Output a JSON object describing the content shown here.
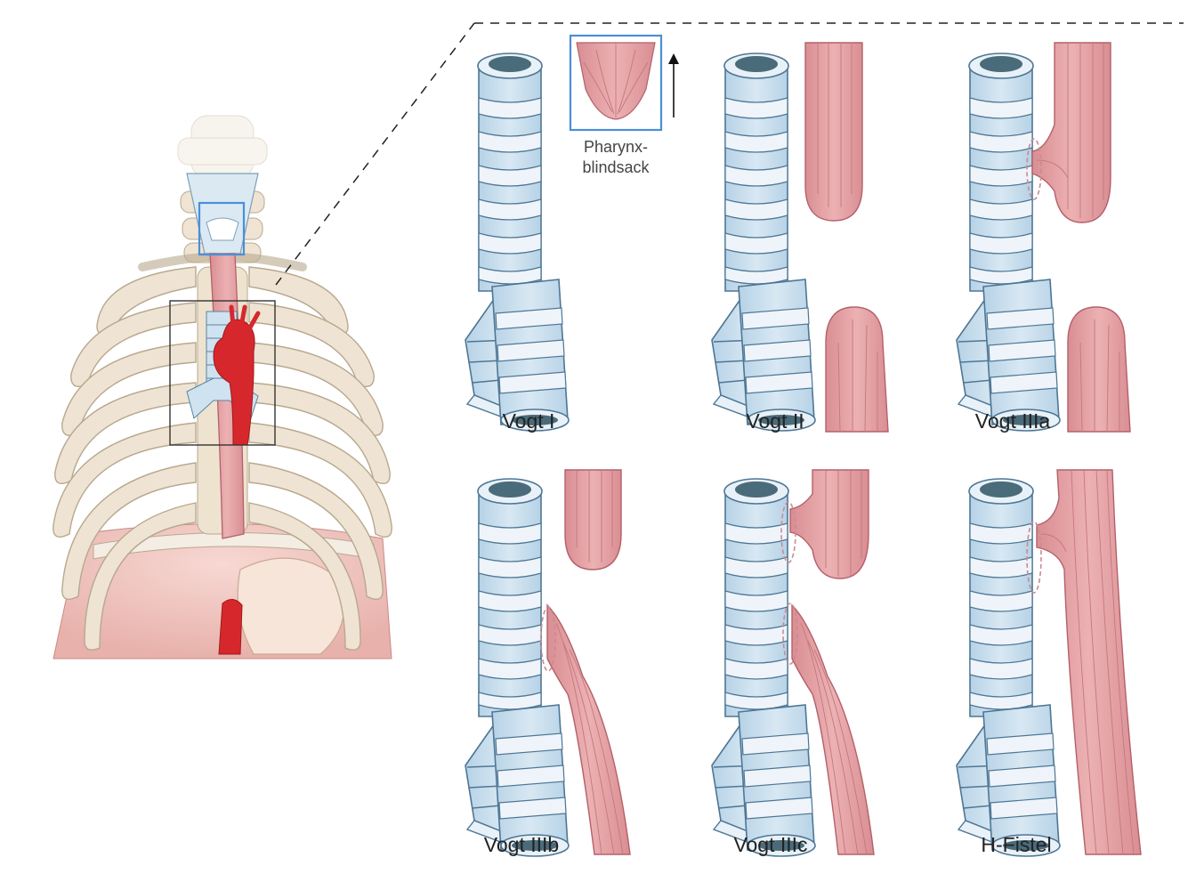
{
  "pharynx_label": {
    "line1": "Pharynx-",
    "line2": "blindsack"
  },
  "panels": [
    {
      "id": "vogt-1",
      "label": "Vogt I"
    },
    {
      "id": "vogt-2",
      "label": "Vogt II"
    },
    {
      "id": "vogt-3a",
      "label": "Vogt IIIa"
    },
    {
      "id": "vogt-3b",
      "label": "Vogt IIIb"
    },
    {
      "id": "vogt-3c",
      "label": "Vogt IIIc"
    },
    {
      "id": "h-fistel",
      "label": "H-Fistel"
    }
  ],
  "colors": {
    "trachea_fill": "#c9dfee",
    "trachea_light": "#e8f1f8",
    "trachea_stroke": "#4e7694",
    "lumen": "#4a6b7a",
    "esophagus_fill": "#e7a3a6",
    "esophagus_stroke": "#b4606a",
    "bone": "#efe4d3",
    "bone_stroke": "#b8a88e",
    "aorta": "#d6282c",
    "highlight_box": "#4a8fd8"
  }
}
